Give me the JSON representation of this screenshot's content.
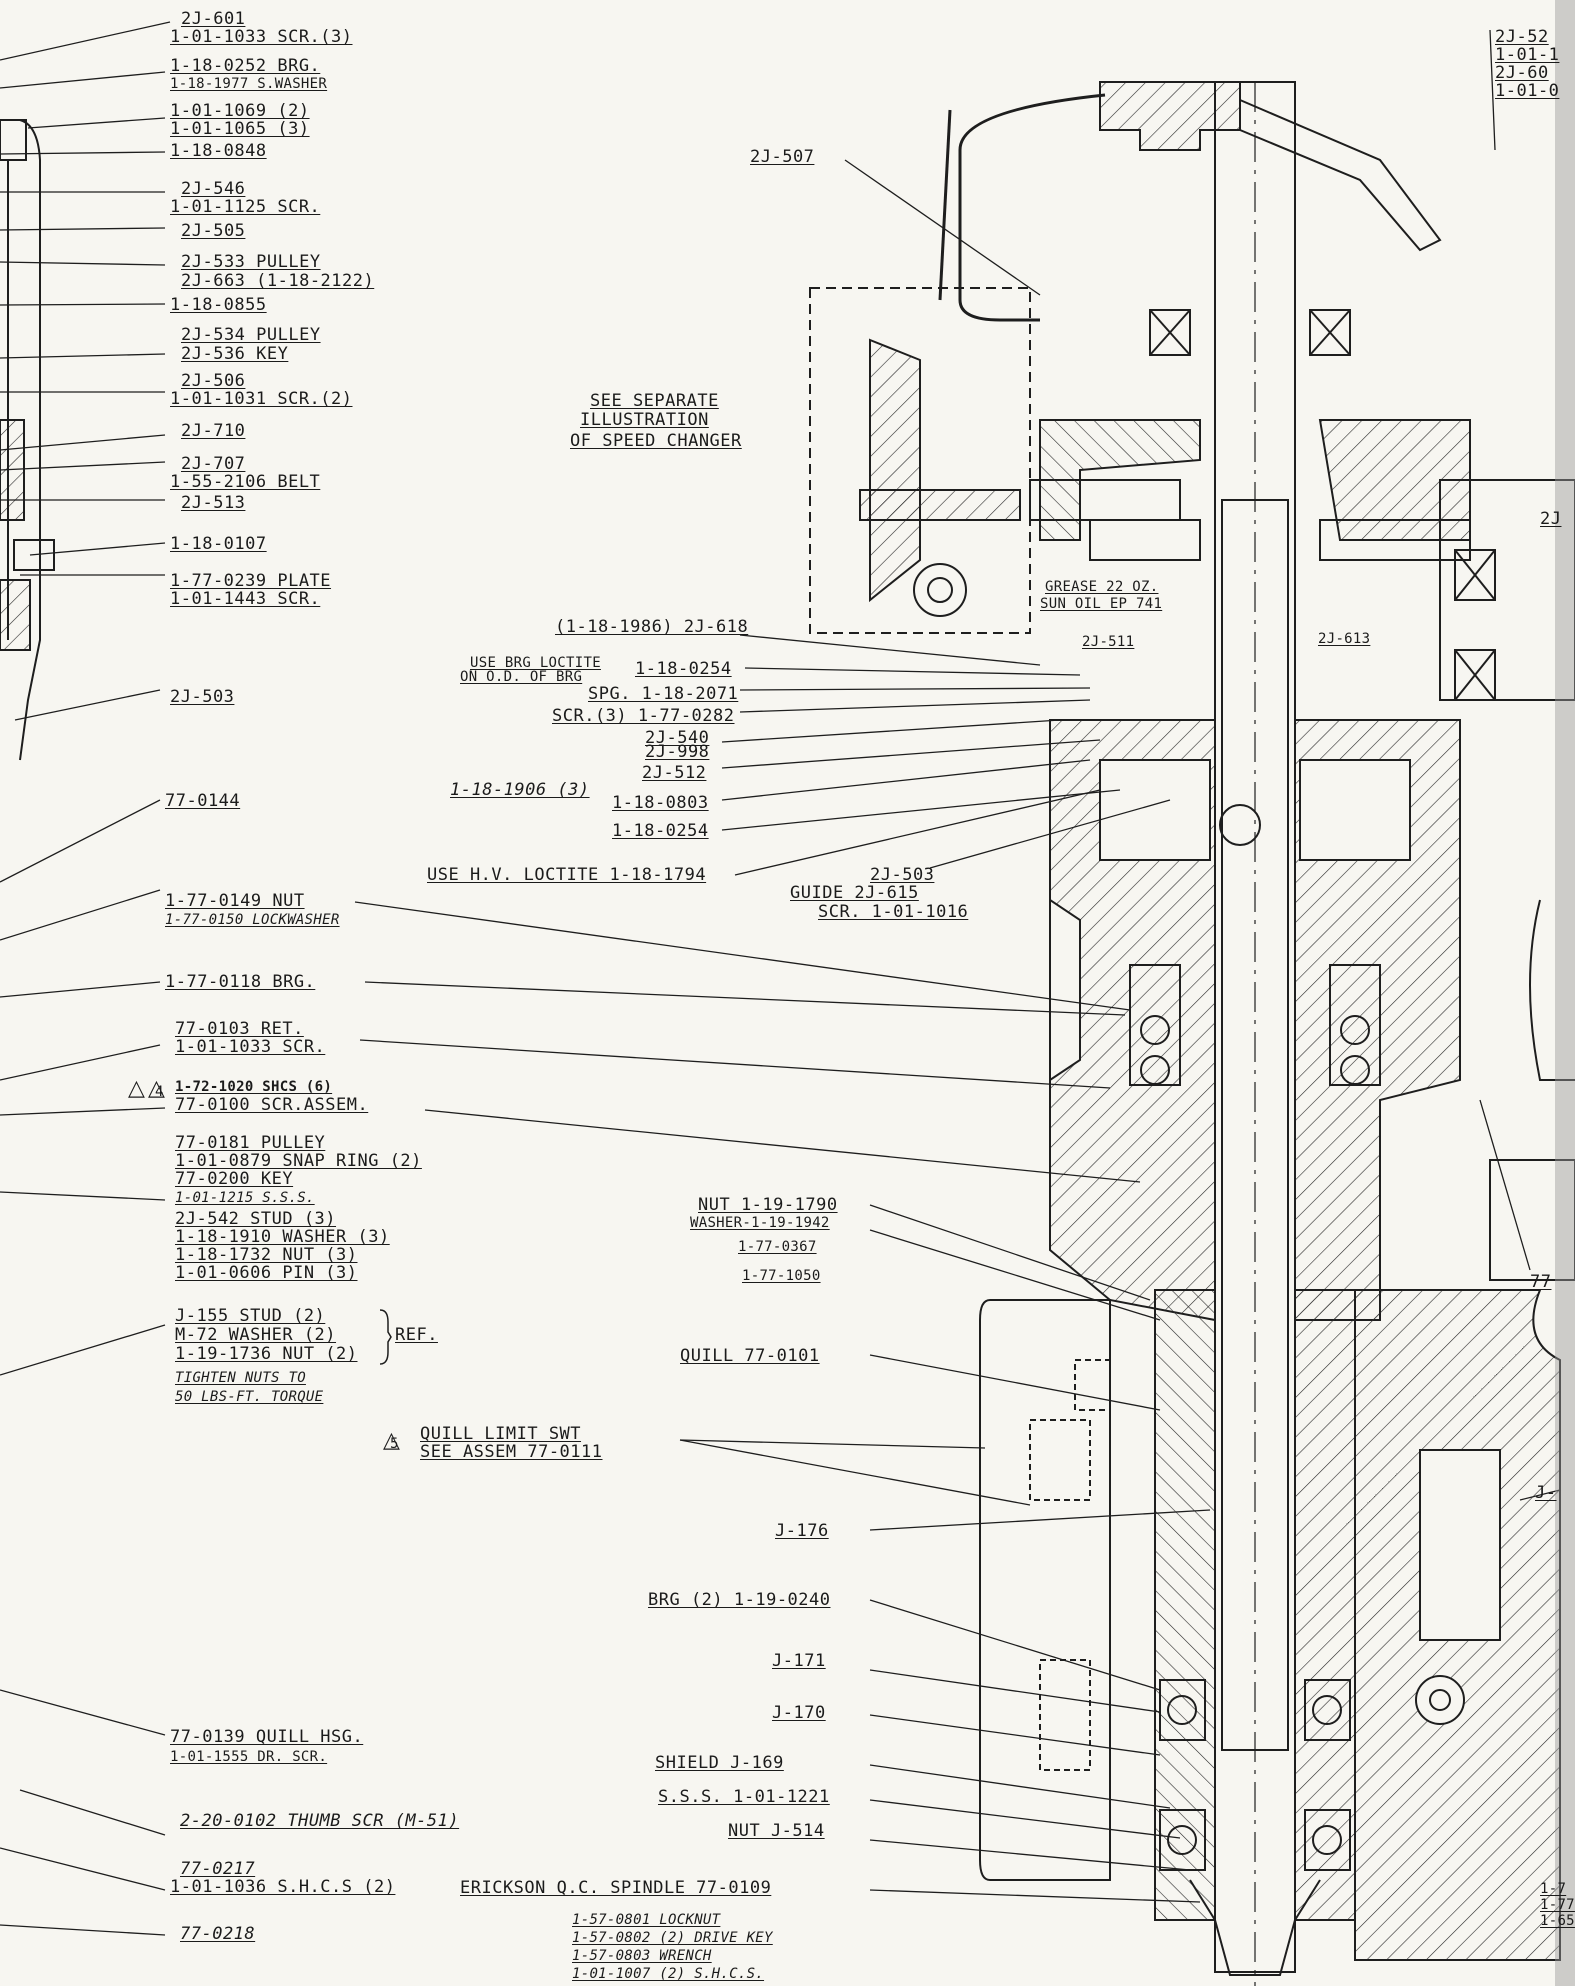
{
  "left_callouts": [
    [
      "2J-601"
    ],
    [
      "1-01-1033 SCR.(3)"
    ],
    [
      "1-18-0252 BRG."
    ],
    [
      "1-18-1977 S.WASHER"
    ],
    [
      "1-01-1069 (2)"
    ],
    [
      "1-01-1065 (3)"
    ],
    [
      "1-18-0848"
    ],
    [
      "2J-546"
    ],
    [
      "1-01-1125 SCR."
    ],
    [
      "2J-505"
    ],
    [
      "2J-533 PULLEY"
    ],
    [
      "2J-663 (1-18-2122)"
    ],
    [
      "1-18-0855"
    ],
    [
      "2J-534 PULLEY"
    ],
    [
      "2J-536 KEY"
    ],
    [
      "2J-506"
    ],
    [
      "1-01-1031 SCR.(2)"
    ],
    [
      "2J-710"
    ],
    [
      "2J-707"
    ],
    [
      "1-55-2106 BELT"
    ],
    [
      "2J-513"
    ],
    [
      "1-18-0107"
    ],
    [
      "1-77-0239 PLATE"
    ],
    [
      "1-01-1443 SCR."
    ],
    [
      "2J-503"
    ],
    [
      "77-0144"
    ],
    [
      "1-77-0149 NUT"
    ],
    [
      "1-77-0150 LOCKWASHER"
    ],
    [
      "1-77-0118 BRG."
    ],
    [
      "77-0103 RET."
    ],
    [
      "1-01-1033 SCR."
    ],
    [
      "1-72-1020 SHCS (6)"
    ],
    [
      "77-0100 SCR.ASSEM."
    ],
    [
      "77-0181 PULLEY"
    ],
    [
      "1-01-0879 SNAP RING (2)"
    ],
    [
      "77-0200 KEY"
    ],
    [
      "1-01-1215 S.S.S."
    ],
    [
      "2J-542 STUD (3)"
    ],
    [
      "1-18-1910 WASHER (3)"
    ],
    [
      "1-18-1732 NUT (3)"
    ],
    [
      "1-01-0606 PIN (3)"
    ],
    [
      "J-155 STUD (2)"
    ],
    [
      "M-72 WASHER (2)"
    ],
    [
      "1-19-1736 NUT (2)"
    ],
    [
      "REF."
    ],
    [
      "TIGHTEN NUTS TO"
    ],
    [
      "50 LBS-FT. TORQUE"
    ],
    [
      "77-0139 QUILL HSG."
    ],
    [
      "1-01-1555 DR. SCR."
    ],
    [
      "2-20-0102 THUMB SCR (M-51)"
    ],
    [
      "77-0217"
    ],
    [
      "1-01-1036 S.H.C.S (2)"
    ],
    [
      "77-0218"
    ]
  ],
  "center_callouts": [
    "2J-507",
    "SEE SEPARATE",
    "ILLUSTRATION",
    "OF SPEED CHANGER",
    "GREASE 22 OZ.",
    "SUN OIL EP 741",
    "(1-18-1986) 2J-618",
    "2J-511",
    "2J-613",
    "USE BRG LOCTITE",
    "ON O.D. OF BRG",
    "1-18-0254",
    "SPG. 1-18-2071",
    "SCR.(3) 1-77-0282",
    "2J-540",
    "2J-998",
    "2J-512",
    "1-18-1906 (3)",
    "1-18-0803",
    "1-18-0254",
    "USE H.V. LOCTITE 1-18-1794",
    "2J-503",
    "GUIDE 2J-615",
    "SCR. 1-01-1016",
    "NUT 1-19-1790",
    "WASHER-1-19-1942",
    "1-77-0367",
    "1-77-1050",
    "QUILL 77-0101",
    "QUILL LIMIT SWT",
    "SEE ASSEM 77-0111",
    "J-176",
    "BRG (2) 1-19-0240",
    "J-171",
    "J-170",
    "SHIELD J-169",
    "S.S.S. 1-01-1221",
    "NUT J-514",
    "ERICKSON Q.C. SPINDLE 77-0109",
    "1-57-0801 LOCKNUT",
    "1-57-0802 (2) DRIVE KEY",
    "1-57-0803 WRENCH",
    "1-01-1007 (2) S.H.C.S."
  ],
  "right_callouts": [
    "2J-52",
    "1-01-1",
    "2J-60",
    "1-01-0",
    "2J",
    "77",
    "J-",
    "1-7",
    "1-77",
    "1-65"
  ],
  "revision_marks": [
    "4",
    "5"
  ]
}
